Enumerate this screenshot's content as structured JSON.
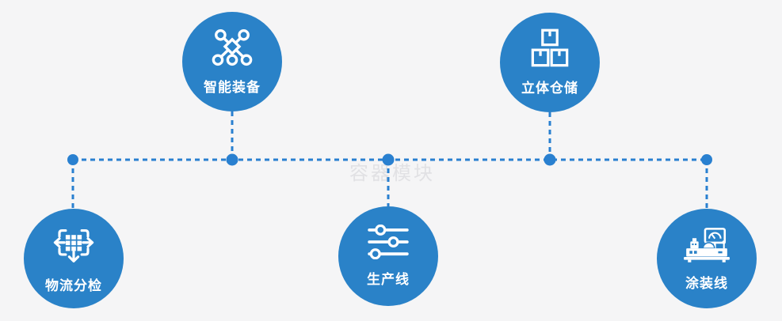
{
  "diagram": {
    "watermark": "容器模块",
    "nodes": [
      {
        "id": "smart-equipment",
        "label": "智能装备",
        "icon": "network-nodes-icon"
      },
      {
        "id": "warehouse",
        "label": "立体仓储",
        "icon": "stacked-boxes-icon"
      },
      {
        "id": "logistics-sorting",
        "label": "物流分检",
        "icon": "sort-dispatch-icon"
      },
      {
        "id": "production-line",
        "label": "生产线",
        "icon": "sliders-icon"
      },
      {
        "id": "coating-line",
        "label": "涂装线",
        "icon": "coating-machine-icon"
      }
    ],
    "colors": {
      "node_fill": "#2a82c8",
      "connector": "#2980d0",
      "background": "#f5f5f6",
      "watermark_text": "#e1e1e4",
      "icon_and_label": "#ffffff"
    }
  }
}
